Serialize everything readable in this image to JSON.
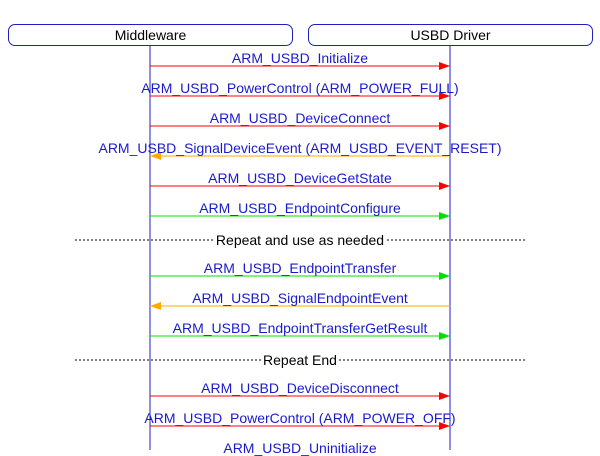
{
  "actors": [
    {
      "id": "middleware",
      "name": "Middleware"
    },
    {
      "id": "driver",
      "name": "USBD Driver"
    }
  ],
  "colors": {
    "lifeline": "#2020c0",
    "label": "#1a1acc",
    "red": "#ff0000",
    "green": "#00e000",
    "orange": "#ffaa00",
    "separator": "#000000"
  },
  "steps": [
    {
      "kind": "message",
      "from": "middleware",
      "to": "driver",
      "label": "ARM_USBD_Initialize",
      "color": "red"
    },
    {
      "kind": "message",
      "from": "middleware",
      "to": "driver",
      "label": "ARM_USBD_PowerControl (ARM_POWER_FULL)",
      "color": "red"
    },
    {
      "kind": "message",
      "from": "middleware",
      "to": "driver",
      "label": "ARM_USBD_DeviceConnect",
      "color": "red"
    },
    {
      "kind": "message",
      "from": "driver",
      "to": "middleware",
      "label": "ARM_USBD_SignalDeviceEvent (ARM_USBD_EVENT_RESET)",
      "color": "orange"
    },
    {
      "kind": "message",
      "from": "middleware",
      "to": "driver",
      "label": "ARM_USBD_DeviceGetState",
      "color": "red"
    },
    {
      "kind": "message",
      "from": "middleware",
      "to": "driver",
      "label": "ARM_USBD_EndpointConfigure",
      "color": "green"
    },
    {
      "kind": "separator",
      "label": "Repeat and use as needed"
    },
    {
      "kind": "message",
      "from": "middleware",
      "to": "driver",
      "label": "ARM_USBD_EndpointTransfer",
      "color": "green"
    },
    {
      "kind": "message",
      "from": "driver",
      "to": "middleware",
      "label": "ARM_USBD_SignalEndpointEvent",
      "color": "orange"
    },
    {
      "kind": "message",
      "from": "middleware",
      "to": "driver",
      "label": "ARM_USBD_EndpointTransferGetResult",
      "color": "green"
    },
    {
      "kind": "separator",
      "label": "Repeat End"
    },
    {
      "kind": "message",
      "from": "middleware",
      "to": "driver",
      "label": "ARM_USBD_DeviceDisconnect",
      "color": "red"
    },
    {
      "kind": "message",
      "from": "middleware",
      "to": "driver",
      "label": "ARM_USBD_PowerControl (ARM_POWER_OFF)",
      "color": "red"
    },
    {
      "kind": "message",
      "from": "middleware",
      "to": "driver",
      "label": "ARM_USBD_Uninitialize",
      "color": "red"
    }
  ]
}
